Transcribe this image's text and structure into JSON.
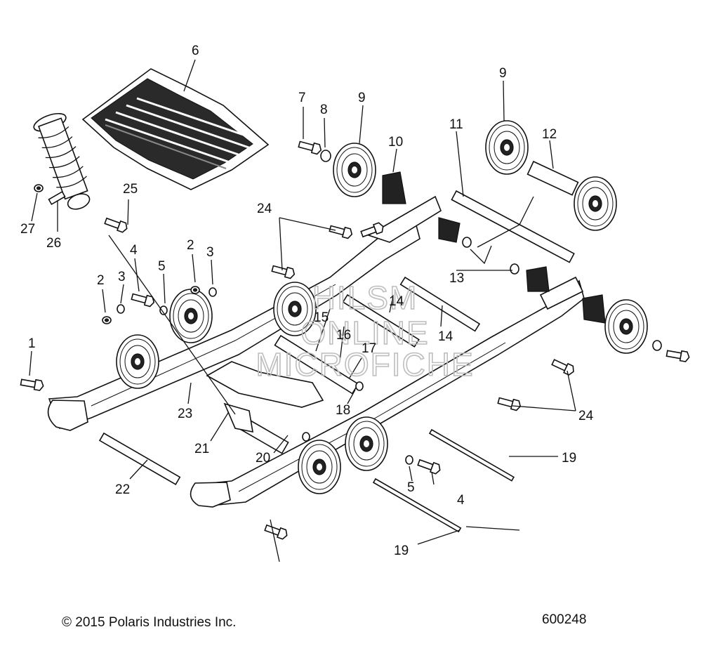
{
  "diagram": {
    "callouts": [
      {
        "id": "c1",
        "label": "1"
      },
      {
        "id": "c2a",
        "label": "2"
      },
      {
        "id": "c2b",
        "label": "2"
      },
      {
        "id": "c3a",
        "label": "3"
      },
      {
        "id": "c3b",
        "label": "3"
      },
      {
        "id": "c4a",
        "label": "4"
      },
      {
        "id": "c4b",
        "label": "4"
      },
      {
        "id": "c5a",
        "label": "5"
      },
      {
        "id": "c5b",
        "label": "5"
      },
      {
        "id": "c6",
        "label": "6"
      },
      {
        "id": "c7",
        "label": "7"
      },
      {
        "id": "c8",
        "label": "8"
      },
      {
        "id": "c9a",
        "label": "9"
      },
      {
        "id": "c9b",
        "label": "9"
      },
      {
        "id": "c10",
        "label": "10"
      },
      {
        "id": "c11",
        "label": "11"
      },
      {
        "id": "c12",
        "label": "12"
      },
      {
        "id": "c13",
        "label": "13"
      },
      {
        "id": "c14a",
        "label": "14"
      },
      {
        "id": "c14b",
        "label": "14"
      },
      {
        "id": "c15",
        "label": "15"
      },
      {
        "id": "c16",
        "label": "16"
      },
      {
        "id": "c17",
        "label": "17"
      },
      {
        "id": "c18",
        "label": "18"
      },
      {
        "id": "c19a",
        "label": "19"
      },
      {
        "id": "c19b",
        "label": "19"
      },
      {
        "id": "c20",
        "label": "20"
      },
      {
        "id": "c21",
        "label": "21"
      },
      {
        "id": "c22",
        "label": "22"
      },
      {
        "id": "c23",
        "label": "23"
      },
      {
        "id": "c24a",
        "label": "24"
      },
      {
        "id": "c24b",
        "label": "24"
      },
      {
        "id": "c25",
        "label": "25"
      },
      {
        "id": "c26",
        "label": "26"
      },
      {
        "id": "c27",
        "label": "27"
      }
    ],
    "watermark": [
      "HILSM",
      "ONLINE",
      "MICROFICHE"
    ],
    "copyright": "© 2015 Polaris Industries Inc.",
    "figure_number": "600248"
  }
}
